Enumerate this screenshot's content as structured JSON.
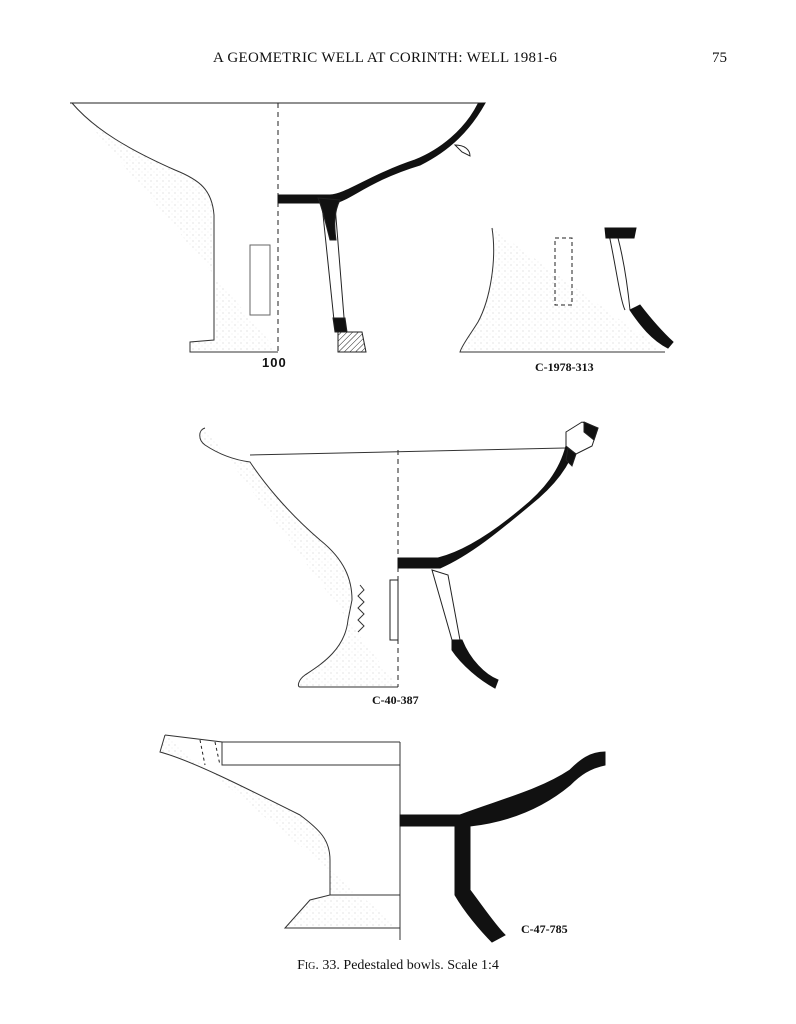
{
  "header": {
    "running_title": "A GEOMETRIC WELL AT CORINTH: WELL 1981-6",
    "page_number": "75"
  },
  "figures": {
    "bowl_left_label": "100",
    "bowl_right_label": "C-1978-313",
    "bowl_middle_label": "C-40-387",
    "bowl_bottom_label": "C-47-785"
  },
  "caption": {
    "fig_prefix": "Fig.",
    "text": " 33. Pedestaled bowls. Scale 1:4"
  }
}
